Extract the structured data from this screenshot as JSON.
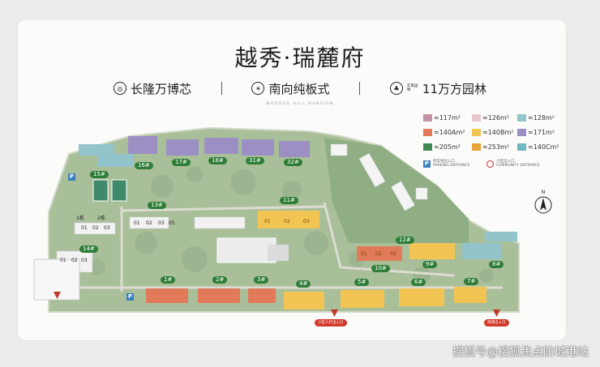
{
  "title": "越秀·瑞麓府",
  "features": [
    {
      "icon": "target-icon",
      "label": "长隆万博芯"
    },
    {
      "icon": "sun-icon",
      "label": "南向纯板式"
    },
    {
      "icon": "tree-icon",
      "label": "11万方园林"
    }
  ],
  "feature_badge_text": "实景园林",
  "subtitle": "WOODED HILL MANSION",
  "legend": {
    "items": [
      {
        "label": "≈117m²",
        "color": "#c690a7"
      },
      {
        "label": "≈126m²",
        "color": "#e9c9cd"
      },
      {
        "label": "≈128m²",
        "color": "#93c3cb"
      },
      {
        "label": "≈140Am²",
        "color": "#e07a58"
      },
      {
        "label": "≈140Bm²",
        "color": "#f2c453"
      },
      {
        "label": "≈171m²",
        "color": "#9b8fc4"
      },
      {
        "label": "≈205m²",
        "color": "#3f8a52"
      },
      {
        "label": "≈253m²",
        "color": "#e8a33a"
      },
      {
        "label": "≈140Cm²",
        "color": "#6fb7c2"
      }
    ],
    "parking_entry": "停车场出入口",
    "parking_entry_sub": "PARKING ENTRANCE",
    "community_entry": "小区出入口",
    "community_entry_sub": "COMMUNITY ENTRANCE",
    "parking_symbol": "P"
  },
  "map": {
    "compass": "N",
    "building_labels": [
      "15#",
      "16#",
      "17#",
      "18#",
      "31#",
      "32#",
      "13#",
      "11#",
      "14#",
      "1#",
      "2#",
      "3#",
      "4#",
      "5#",
      "6#",
      "7#",
      "8#",
      "9#",
      "10#",
      "12#"
    ],
    "block_1_units": [
      "01",
      "02",
      "03"
    ],
    "block_13_units": [
      "01",
      "02",
      "03",
      "05"
    ],
    "block_11_units": [
      "01",
      "02",
      "03"
    ],
    "block_14_units": [
      "01",
      "02",
      "03"
    ],
    "block_10_units": [
      "01",
      "02",
      "03"
    ],
    "small_tags": [
      "1栋",
      "2栋"
    ],
    "entrances": [
      {
        "label": "小区人行出入口"
      },
      {
        "label": "南侧出入口"
      }
    ]
  },
  "watermark": "搜狐号@搜狐焦点防城港站"
}
